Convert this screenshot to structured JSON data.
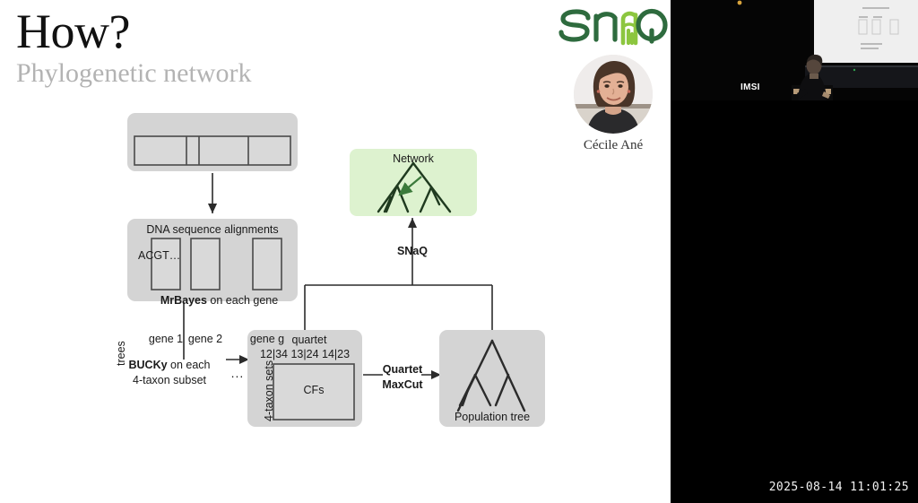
{
  "slide": {
    "title": "How?",
    "subtitle": "Phylogenetic network"
  },
  "brand": {
    "logo_text_left": "sn",
    "logo_text_right": "Q",
    "logo_icon": "snaq-network-logo",
    "logo_color_dark": "#2e6b3e",
    "logo_color_light": "#8cc63f",
    "avatar_icon": "presenter-avatar",
    "presenter_name": "Cécile Ané"
  },
  "diagram": {
    "nodes": {
      "alignments": {
        "label": "DNA sequence alignments",
        "cell_label": "ACGT…"
      },
      "gene_trees": {
        "side_label": "trees",
        "columns": [
          "gene 1",
          "gene 2",
          "gene g"
        ],
        "ellipsis": "..."
      },
      "quartet_cfs": {
        "side_label": "4-taxon sets",
        "title": "quartet",
        "splits": "12|34  13|24  14|23",
        "inner_label": "CFs"
      },
      "population_tree": {
        "label": "Population tree"
      },
      "network": {
        "label": "Network",
        "fill": "#ddf2cf",
        "stroke": "#3b7a3b"
      }
    },
    "edges": {
      "mrbayes": {
        "bold": "MrBayes",
        "rest": " on each gene"
      },
      "bucky": {
        "bold": "BUCKy",
        "rest": " on each",
        "line2": "4-taxon subset"
      },
      "quartet_maxcut": {
        "line1": "Quartet",
        "line2": "MaxCut"
      },
      "snaq": {
        "label": "SNaQ"
      }
    }
  },
  "video": {
    "watermark": "IMSI",
    "timestamp": "2025-08-14  11:01:25"
  }
}
